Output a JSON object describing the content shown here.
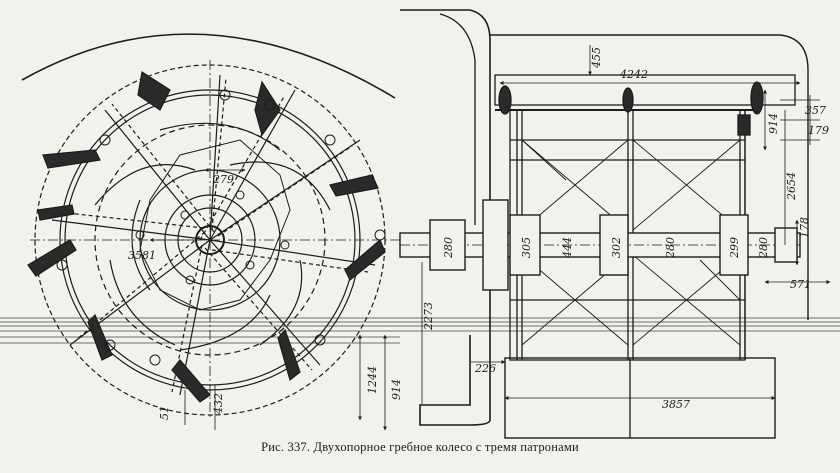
{
  "caption": {
    "figure_label": "Рис. 337.",
    "text": "Двухопорное гребное колесо с тремя патронами"
  },
  "dimensions": {
    "top_offset": "455",
    "overall_length": "4242",
    "right_upper": "357",
    "right_mid": "179",
    "flange_height": "914",
    "frame_height": "2654",
    "hub_dim": "178",
    "right_bottom": "571",
    "wheel_spacing": "279",
    "wheel_radius": "3581",
    "shaft_left": "280",
    "hub_left": "305",
    "shaft_1": "444",
    "hub_mid": "302",
    "shaft_2": "280",
    "hub_right": "299",
    "hub_right_b": "280",
    "vertical_left": "2273",
    "small_226": "226",
    "box_length": "3857",
    "draft_1244": "1244",
    "draft_914": "914",
    "blade_51": "51",
    "blade_432": "432"
  },
  "colors": {
    "ink": "#1c1c1c",
    "paper": "#f3f1ec",
    "water": "#6f6f6f"
  }
}
